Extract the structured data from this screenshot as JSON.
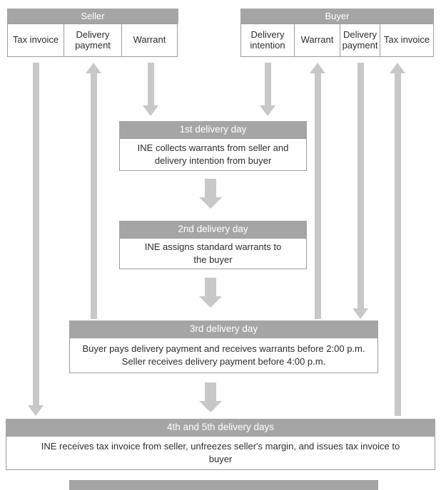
{
  "seller": {
    "title": "Seller",
    "columns": [
      "Tax invoice",
      "Delivery payment",
      "Warrant"
    ]
  },
  "buyer": {
    "title": "Buyer",
    "columns": [
      "Delivery intention",
      "Warrant",
      "Delivery payment",
      "Tax invoice"
    ]
  },
  "stages": [
    {
      "title": "1st delivery day",
      "lines": [
        "INE collects warrants from seller and",
        "delivery intention from buyer"
      ]
    },
    {
      "title": "2nd delivery day",
      "lines": [
        "INE assigns standard warrants to",
        "the buyer"
      ]
    },
    {
      "title": "3rd delivery day",
      "lines": [
        "Buyer pays delivery payment and receives warrants before 2:00 p.m.",
        "Seller receives delivery payment before 4:00 p.m."
      ]
    },
    {
      "title": "4th and 5th delivery days",
      "lines": [
        "INE receives tax invoice from seller, unfreezes seller's margin, and issues tax invoice to",
        "buyer"
      ]
    }
  ],
  "arrows": [
    {
      "name": "seller-tax-invoice",
      "direction": "down"
    },
    {
      "name": "seller-delivery-payment",
      "direction": "up"
    },
    {
      "name": "seller-warrant",
      "direction": "down"
    },
    {
      "name": "buyer-delivery-intention",
      "direction": "down"
    },
    {
      "name": "buyer-warrant",
      "direction": "up"
    },
    {
      "name": "buyer-delivery-payment",
      "direction": "down"
    },
    {
      "name": "buyer-tax-invoice",
      "direction": "up"
    },
    {
      "name": "flow-stage1-to-stage2",
      "direction": "down"
    },
    {
      "name": "flow-stage2-to-stage3",
      "direction": "down"
    },
    {
      "name": "flow-stage3-to-stage4",
      "direction": "down"
    }
  ],
  "colors": {
    "header_bg": "#a5a5a5",
    "header_text": "#ffffff",
    "arrow": "#c8c8c8",
    "border": "#9c9c9c",
    "text": "#2d2d2d",
    "background": "#ffffff"
  }
}
